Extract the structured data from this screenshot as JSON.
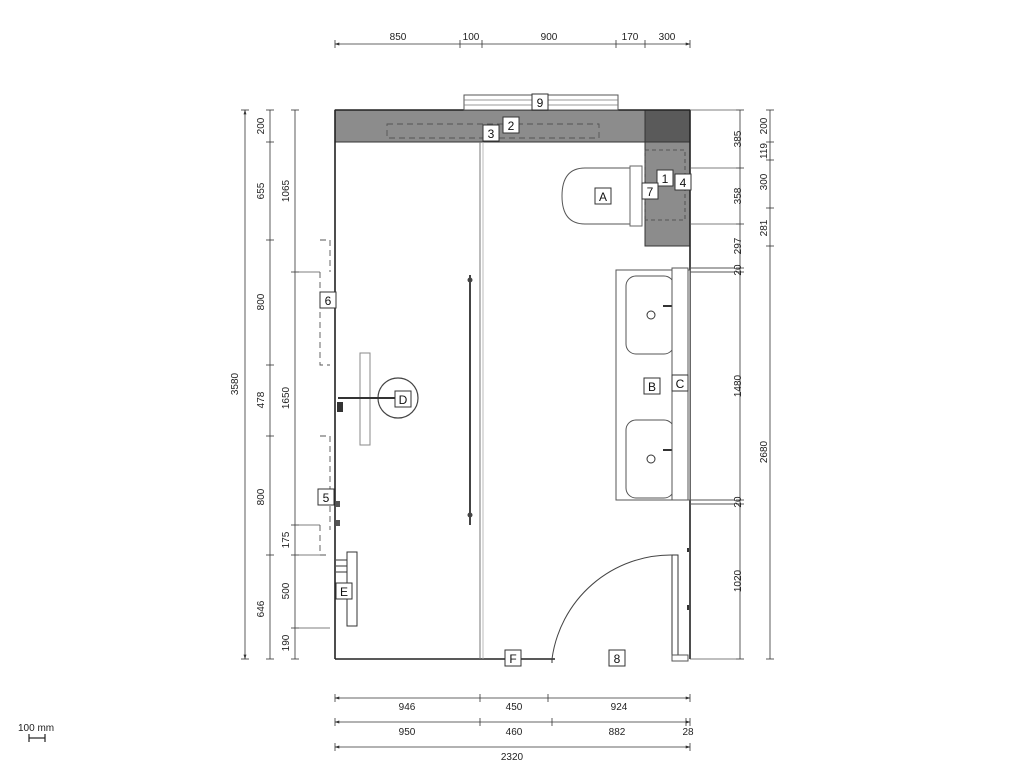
{
  "dimensions": {
    "top": [
      "850",
      "100",
      "900",
      "170",
      "300"
    ],
    "bottom_row1": [
      "946",
      "450",
      "924"
    ],
    "bottom_row2": [
      "950",
      "460",
      "882",
      "28"
    ],
    "bottom_total": "2320",
    "left_outer_total": "3580",
    "left_mid": [
      "200",
      "655",
      "800",
      "478",
      "800",
      "646"
    ],
    "left_inner": [
      "1065",
      "1650",
      "175",
      "500",
      "190"
    ],
    "right_a": [
      "385",
      "358",
      "297",
      "20",
      "1480",
      "20",
      "1020"
    ],
    "right_b": [
      "200",
      "119",
      "300",
      "281",
      "2680"
    ]
  },
  "tags": {
    "t1": "1",
    "t2": "2",
    "t3": "3",
    "t4": "4",
    "t5": "5",
    "t6": "6",
    "t7": "7",
    "t8": "8",
    "t9": "9",
    "tA": "A",
    "tB": "B",
    "tC": "C",
    "tD": "D",
    "tE": "E",
    "tF": "F"
  },
  "scale_label": "100 mm",
  "colors": {
    "wall_fill": "#8c8c8c",
    "wall_dark": "#555555",
    "line": "#333333"
  }
}
